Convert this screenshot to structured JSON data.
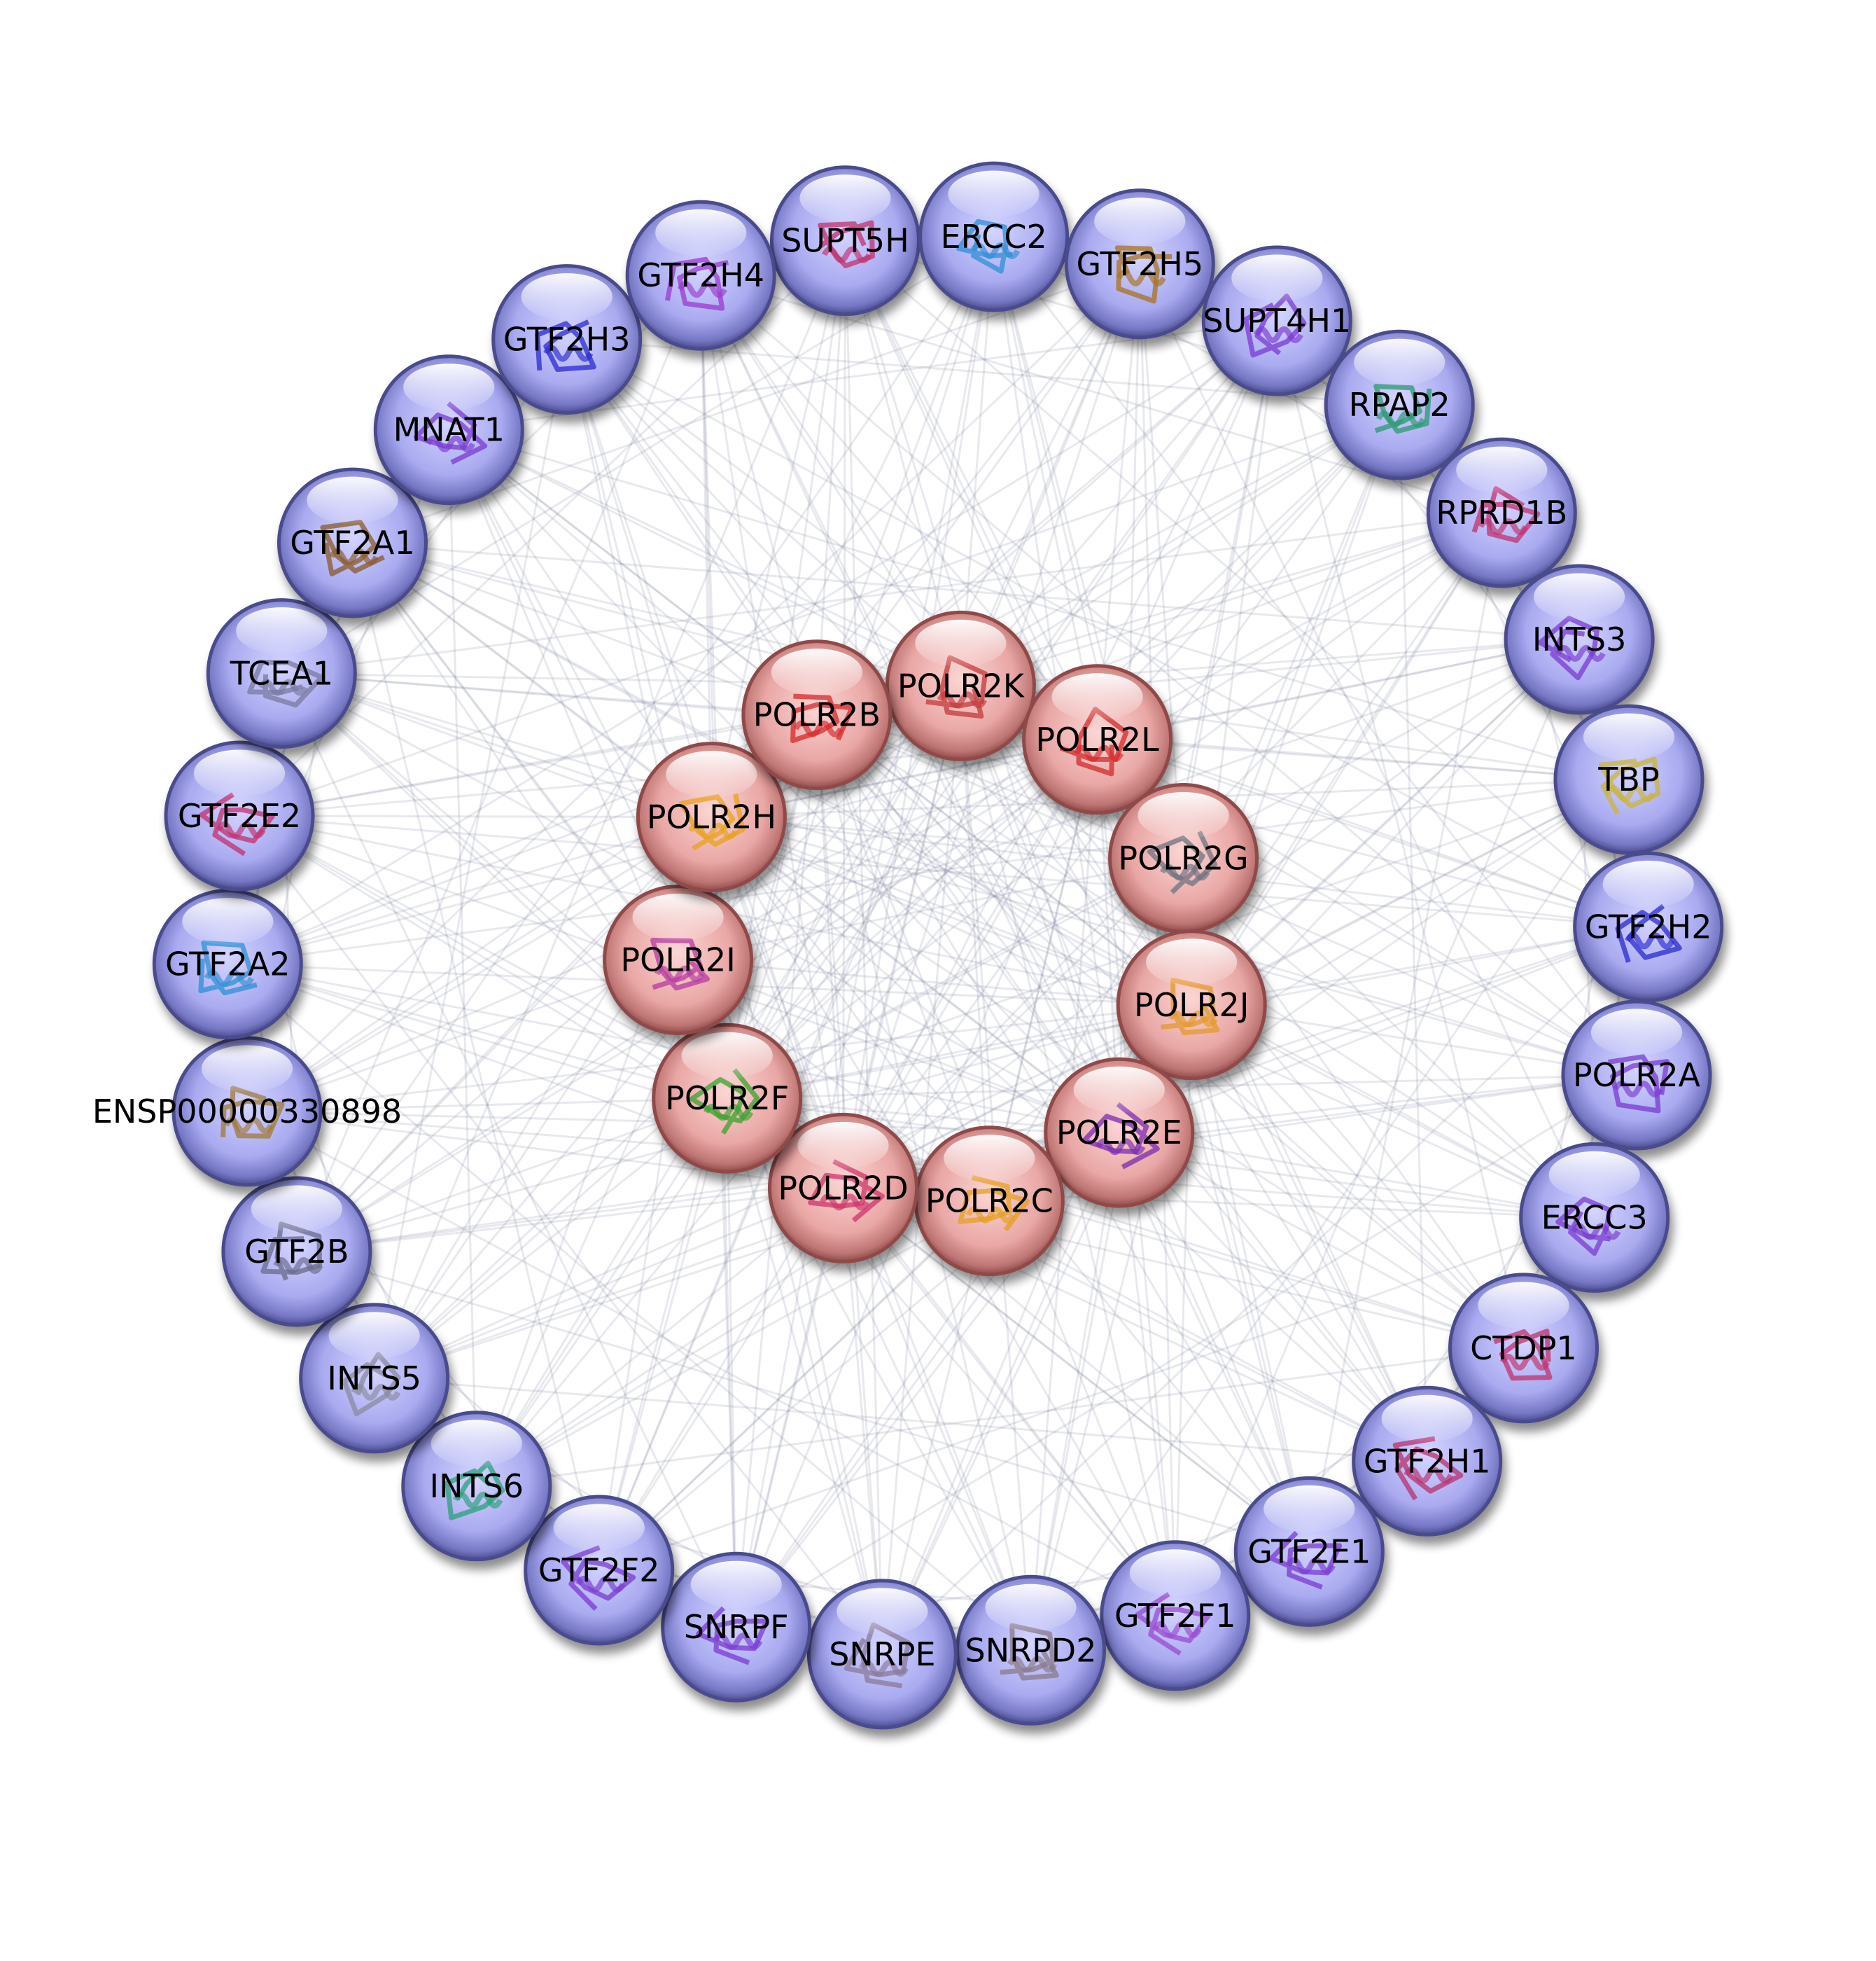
{
  "inner_nodes": [
    "POLR2K",
    "POLR2L",
    "POLR2G",
    "POLR2J",
    "POLR2E",
    "POLR2C",
    "POLR2D",
    "POLR2F",
    "POLR2I",
    "POLR2H",
    "POLR2B"
  ],
  "outer_nodes": [
    "SUPT5H",
    "ERCC2",
    "GTF2H5",
    "SUPT4H1",
    "RPAP2",
    "RPRD1B",
    "INTS3",
    "TBP",
    "GTF2H2",
    "POLR2A",
    "ERCC3",
    "CTDP1",
    "GTF2H1",
    "GTF2E1",
    "GTF2F1",
    "SNRPD2",
    "SNRPE",
    "SNRPF",
    "GTF2F2",
    "INTS6",
    "INTS5",
    "GTF2B",
    "ENSP00000330898",
    "GTF2A2",
    "GTF2E2",
    "TCEA1",
    "GTF2A1",
    "MNAT1",
    "GTF2H3",
    "GTF2H4"
  ],
  "colors": {
    "inner_node": "#e9a7a5",
    "inner_node_dark": "#8f4a4a",
    "outer_node": "#a9aaf0",
    "outer_node_dark": "#4a4b8c",
    "edge": "#6f7894"
  },
  "structure_icon_colors": {
    "POLR2K": "#c23a3a",
    "POLR2L": "#d22a2a",
    "POLR2G": "#6d7282",
    "POLR2J": "#e39a2a",
    "POLR2E": "#7a2bb0",
    "POLR2C": "#e6a020",
    "POLR2D": "#d0336a",
    "POLR2F": "#3aa22a",
    "POLR2I": "#b63aa0",
    "POLR2H": "#e8a21e",
    "POLR2B": "#d42a2a",
    "SUPT5H": "#c2306e",
    "ERCC2": "#2f8fd6",
    "GTF2H5": "#a8711e",
    "SUPT4H1": "#7a3ad0",
    "RPAP2": "#2a9a70",
    "RPRD1B": "#c2306e",
    "INTS3": "#7a3ad0",
    "TBP": "#c9b53a",
    "GTF2H2": "#2a2ad0",
    "POLR2A": "#7a3ad0",
    "ERCC3": "#7a3ad0",
    "CTDP1": "#c2306e",
    "GTF2H1": "#b8306e",
    "GTF2E1": "#7a3ad0",
    "GTF2F1": "#9a4ad0",
    "SNRPD2": "#8a7a8a",
    "SNRPE": "#8a7a9a",
    "SNRPF": "#7a3ad0",
    "GTF2F2": "#7a3ad0",
    "INTS6": "#2aa07a",
    "INTS5": "#8a8aa0",
    "GTF2B": "#6a6a8a",
    "ENSP00000330898": "#a07a3a",
    "GTF2A2": "#2f8fd6",
    "GTF2E2": "#c2306e",
    "TCEA1": "#7a7aa0",
    "GTF2A1": "#8a5a2a",
    "MNAT1": "#7a3ad0",
    "GTF2H3": "#2a2ad0",
    "GTF2H4": "#9a3ad0"
  }
}
